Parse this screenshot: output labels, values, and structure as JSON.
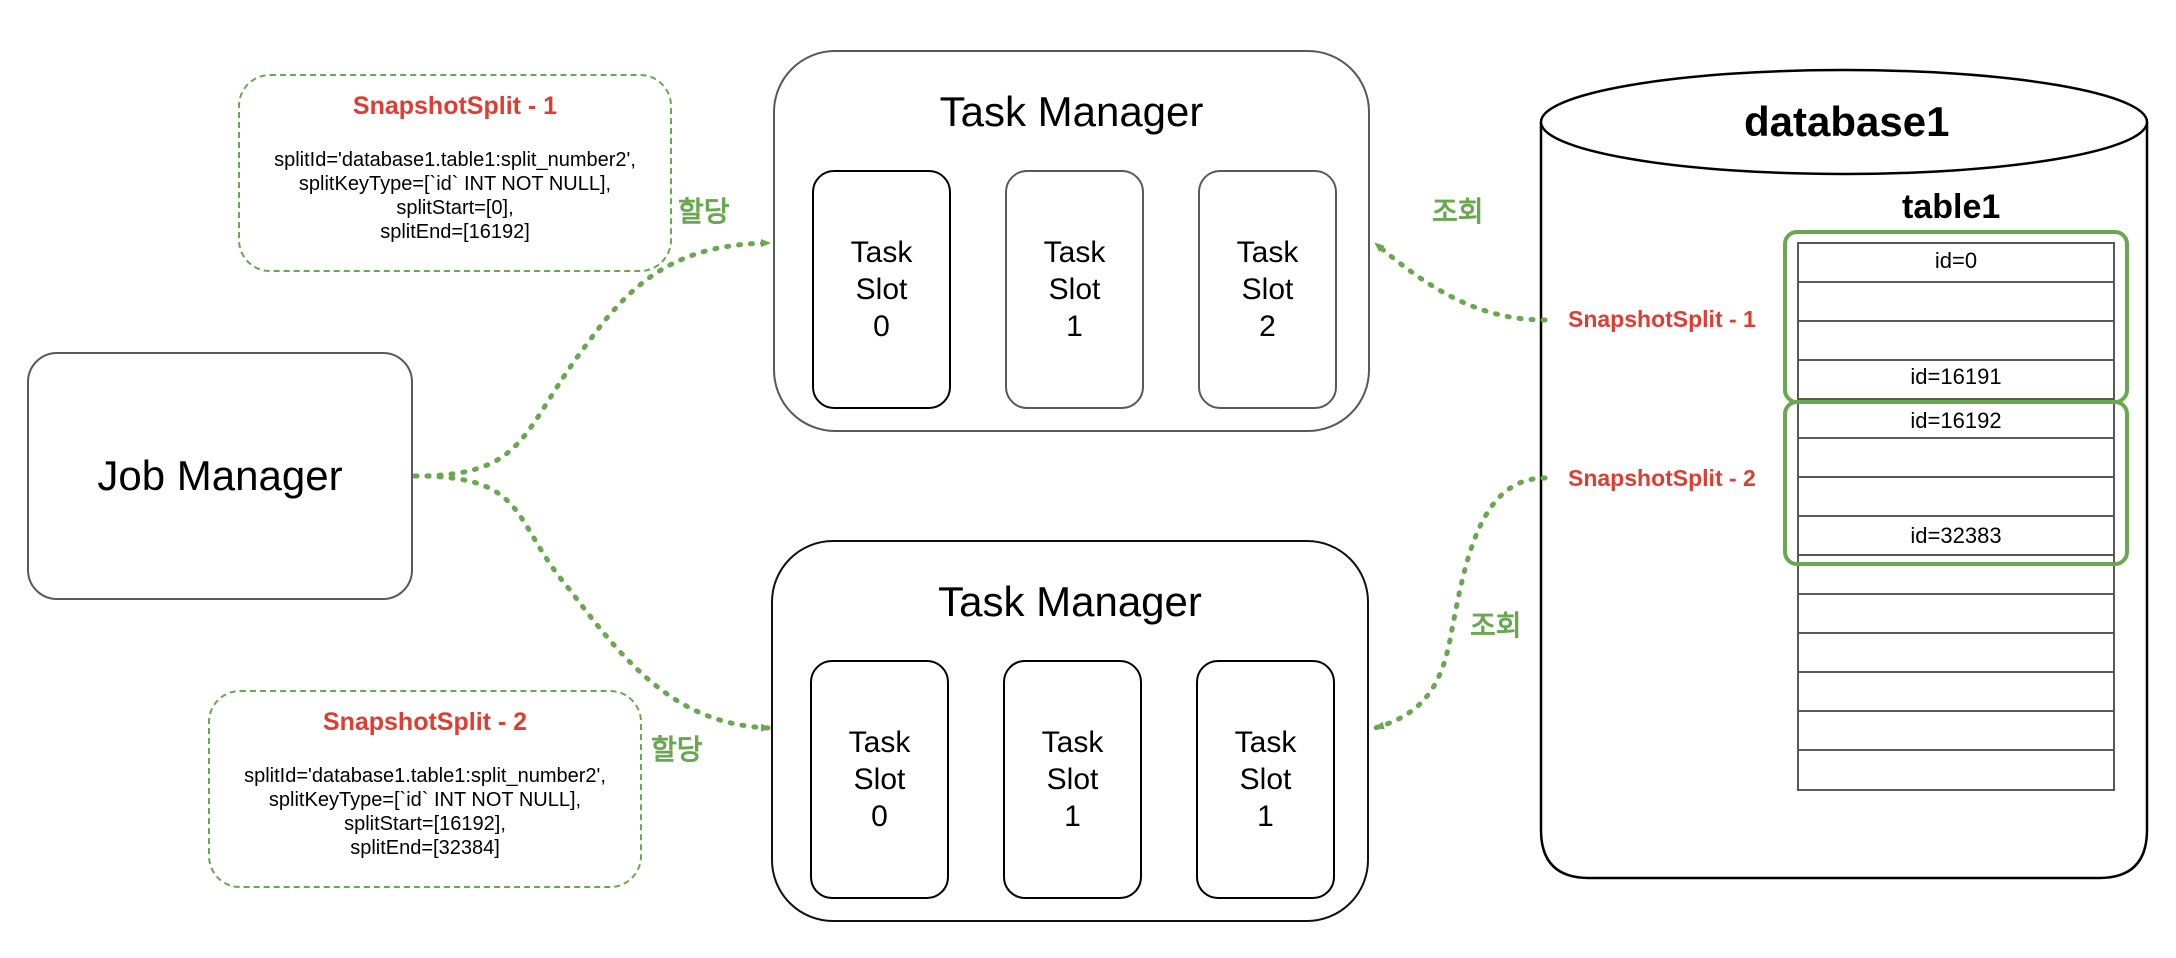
{
  "job_manager": {
    "title": "Job Manager"
  },
  "task_managers": [
    {
      "title": "Task Manager",
      "slots": [
        {
          "line1": "Task",
          "line2": "Slot",
          "line3": "0"
        },
        {
          "line1": "Task",
          "line2": "Slot",
          "line3": "1"
        },
        {
          "line1": "Task",
          "line2": "Slot",
          "line3": "2"
        }
      ]
    },
    {
      "title": "Task Manager",
      "slots": [
        {
          "line1": "Task",
          "line2": "Slot",
          "line3": "0"
        },
        {
          "line1": "Task",
          "line2": "Slot",
          "line3": "1"
        },
        {
          "line1": "Task",
          "line2": "Slot",
          "line3": "1"
        }
      ]
    }
  ],
  "splits": [
    {
      "title": "SnapshotSplit - 1",
      "lines": [
        "splitId='database1.table1:split_number2',",
        "splitKeyType=[`id` INT NOT NULL],",
        "splitStart=[0],",
        "splitEnd=[16192]"
      ]
    },
    {
      "title": "SnapshotSplit - 2",
      "lines": [
        "splitId='database1.table1:split_number2',",
        "splitKeyType=[`id` INT NOT NULL],",
        "splitStart=[16192],",
        "splitEnd=[32384]"
      ]
    }
  ],
  "labels": {
    "assign_1": "할당",
    "assign_2": "할당",
    "query_1": "조회",
    "query_2": "조회"
  },
  "database": {
    "title": "database1",
    "table_title": "table1",
    "split_labels": [
      "SnapshotSplit - 1",
      "SnapshotSplit - 2"
    ],
    "row_labels": [
      "id=0",
      "id=16191",
      "id=16192",
      "id=32383"
    ]
  },
  "colors": {
    "accent_green": "#6aa84f",
    "accent_red": "#e03c31",
    "border_gray": "#595959"
  }
}
